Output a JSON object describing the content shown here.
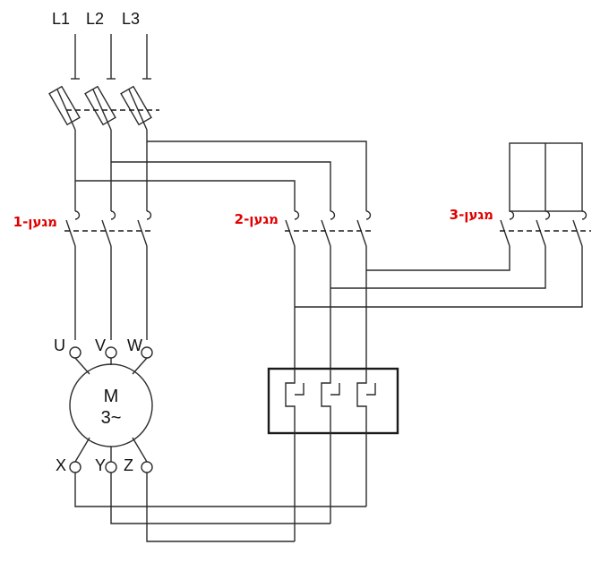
{
  "lines": {
    "l1": "L1",
    "l2": "L2",
    "l3": "L3"
  },
  "contactors": {
    "k1": "מגען-1",
    "k2": "מגען-2",
    "k3": "מגען-3"
  },
  "terminals": {
    "u": "U",
    "v": "V",
    "w": "W",
    "x": "X",
    "y": "Y",
    "z": "Z"
  },
  "motor": {
    "symbol": "M",
    "type": "3~"
  }
}
